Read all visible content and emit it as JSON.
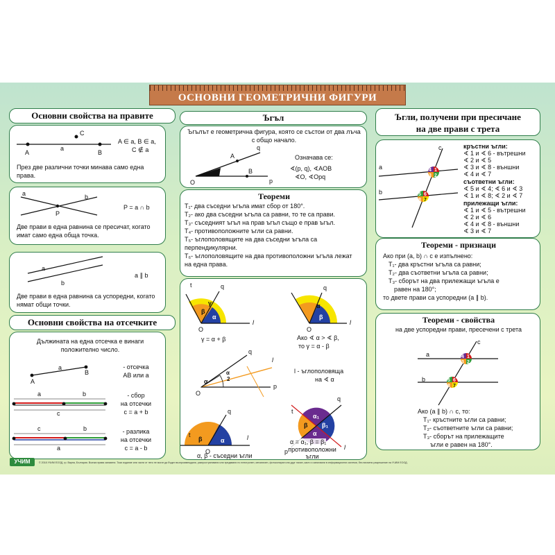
{
  "title": "ОСНОВНИ ГЕОМЕТРИЧНИ ФИГУРИ",
  "lines": {
    "header": "Основни свойства на правите",
    "box1": {
      "A": "A",
      "B": "B",
      "C": "C",
      "a": "a",
      "rel1": "A ∈ a, B ∈ a,",
      "rel2": "C ∉ a",
      "text": "През две различни точки минава само една права."
    },
    "box2": {
      "a": "a",
      "b": "b",
      "P": "P",
      "rel": "P = a ∩ b",
      "text": "Две прави в една равнина се пресичат, когато имат само една обща точка."
    },
    "box3": {
      "a": "a",
      "b": "b",
      "rel": "a ∥ b",
      "text": "Две прави в една равнина са успоредни, когато нямат общи точки."
    }
  },
  "segments": {
    "header": "Основни свойства на отсечките",
    "intro": "Дължината на една отсечка е винаги положително число.",
    "A": "A",
    "B": "B",
    "seg_label1": "- отсечка",
    "seg_label2": "AB или a",
    "a": "a",
    "sum_a": "a",
    "sum_b": "b",
    "sum_c": "c",
    "sum_label1": "- сбор",
    "sum_label2": "на отсечки",
    "sum_eq": "c = a + b",
    "diff_c": "c",
    "diff_a": "a",
    "diff_b": "b",
    "diff_label1": "- разлика",
    "diff_label2": "на отсечки",
    "diff_eq": "c = a - b"
  },
  "angle": {
    "header": "Ъгъл",
    "def": "Ъгълът е геометрична фигура, която се състои от два лъча с общо начало.",
    "O": "O",
    "A": "A",
    "B": "B",
    "p": "p",
    "q": "q",
    "notation_label": "Означава се:",
    "notation1": "∢(p, q), ∢AOB",
    "notation2": "∢O, ∢Opq",
    "theorems_header": "Теореми",
    "theorems": [
      "T₁- два съседни ъгъла имат сбор от 180°.",
      "T₂- ако два съседни ъгъла са равни, то те са прави.",
      "T₃- съседният ъгъл на прав ъгъл също е прав ъгъл.",
      "T₄- противоположните ъгли са равни.",
      "T₅- ъглополовящите на два съседни ъгъла са перпендикулярни.",
      "T₆- ъглополовящите на два противоположни ъгъла лежат на една права."
    ],
    "d1": {
      "t": "t",
      "q": "q",
      "l": "l",
      "O": "O",
      "alpha": "α",
      "beta": "β",
      "gamma": "γ",
      "eq": "γ = α + β"
    },
    "d2": {
      "q": "q",
      "l": "l",
      "O": "O",
      "alpha": "α",
      "beta": "β",
      "eq1": "Ако ∢ α > ∢ β,",
      "eq2": "то γ = α - β"
    },
    "d3": {
      "q": "q",
      "l": "l",
      "p": "p",
      "O": "O",
      "alpha": "α",
      "half": "α",
      "two": "2",
      "label1": "l - ъглополовяща",
      "label2": "на ∢ α"
    },
    "d4": {
      "t": "t",
      "q": "q",
      "l": "l",
      "O": "O",
      "alpha": "α",
      "beta": "β",
      "caption": "α, β - съседни ъгли"
    },
    "d5": {
      "t": "t",
      "q": "q",
      "l": "l",
      "p": "p",
      "alpha": "α",
      "beta": "β",
      "alpha1": "α₁",
      "beta1": "β₁",
      "eq": "α = α₁, β = β₁",
      "caption1": "противоположни",
      "caption2": "ъгли"
    }
  },
  "transversal": {
    "header1": "Ъгли, получени при пресичане",
    "header2": "на две прави с трета",
    "a": "a",
    "b": "b",
    "c": "c",
    "cross_header": "кръстни ъгли:",
    "cross": [
      "∢ 1 и ∢ 6 - вътрешни",
      "∢ 2 и ∢ 5",
      "∢ 3 и ∢ 8 - външни",
      "∢ 4 и ∢ 7"
    ],
    "corr_header": "съответни ъгли:",
    "corr": [
      "∢ 5 и ∢ 4;  ∢ 6 и ∢ 3",
      "∢ 1 и ∢ 8;  ∢ 2 и ∢ 7"
    ],
    "adj_header": "прилежащи ъгли:",
    "adj": [
      "∢ 1 и ∢ 5 - вътрешни",
      "∢ 2 и ∢ 6",
      "∢ 4 и ∢ 8 - външни",
      "∢ 3 и ∢ 7"
    ],
    "signs_header": "Теореми - признаци",
    "signs_intro": "Ако при (a, b) ∩ c е изпълнено:",
    "signs": [
      "T₁- два кръстни ъгъла са равни;",
      "T₂- два съответни ъгъла са равни;",
      "T₃- сборът на два прилежащи ъгъла е",
      "равен на 180°;"
    ],
    "signs_conclusion": "то двете прави са успоредни (a ∥ b).",
    "props_header": "Теореми - свойства",
    "props_intro": "на две успоредни прави, пресечени с трета",
    "props_if": "Ако (a ∥ b) ∩ c, то:",
    "props": [
      "T₁- кръстните ъгли са равни;",
      "T₂- съответните ъгли са равни;",
      "T₃- сборът  на прилежащите",
      "ъгли е равен на 180°."
    ],
    "nums": [
      "1",
      "2",
      "3",
      "4",
      "5",
      "6",
      "7",
      "8"
    ]
  },
  "footer": {
    "logo": "УЧИМ",
    "text": "© 2018 УЧИМ ЕООД, гр. Варна, България. Всички права запазени. Тази издание или части от него не могат да бъдат възпроизвеждани, разпространявани или предавани по електронен, механичен, фотокопиран или друг начин, както и записвани в информационни системи, без писмено разрешение на УЧИМ ЕООД."
  },
  "colors": {
    "green": "#2f7d4a",
    "orange": "#f39a1f",
    "blue": "#2341a3",
    "yellow": "#f7e500",
    "purple": "#6a2b8f",
    "red": "#d21a1a",
    "ruler": "#c57a4a"
  }
}
